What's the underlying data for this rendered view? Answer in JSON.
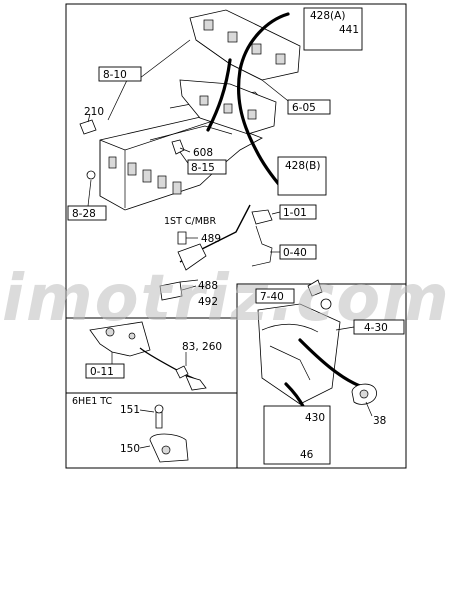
{
  "watermark": "imotriz.com",
  "sections": {
    "main": {
      "callouts": {
        "c428a": "428(A)",
        "c441": "441",
        "c810": "8-10",
        "c605": "6-05",
        "c210": "210",
        "c608": "608",
        "c815": "8-15",
        "c428b": "428(B)",
        "c828": "8-28",
        "c1stcmbr": "1ST C/MBR",
        "c101": "1-01",
        "c489": "489",
        "c040": "0-40",
        "c488": "488",
        "c492": "492"
      }
    },
    "inset_bottom_right": {
      "callouts": {
        "c740": "7-40",
        "c430sec": "4-30",
        "c38": "38",
        "c430": "430",
        "c46": "46"
      }
    },
    "inset_middle_left": {
      "callouts": {
        "c83260": "83, 260",
        "c011": "0-11"
      }
    },
    "inset_6he1": {
      "title": "6HE1 TC",
      "callouts": {
        "c151": "151",
        "c150": "150"
      }
    }
  }
}
